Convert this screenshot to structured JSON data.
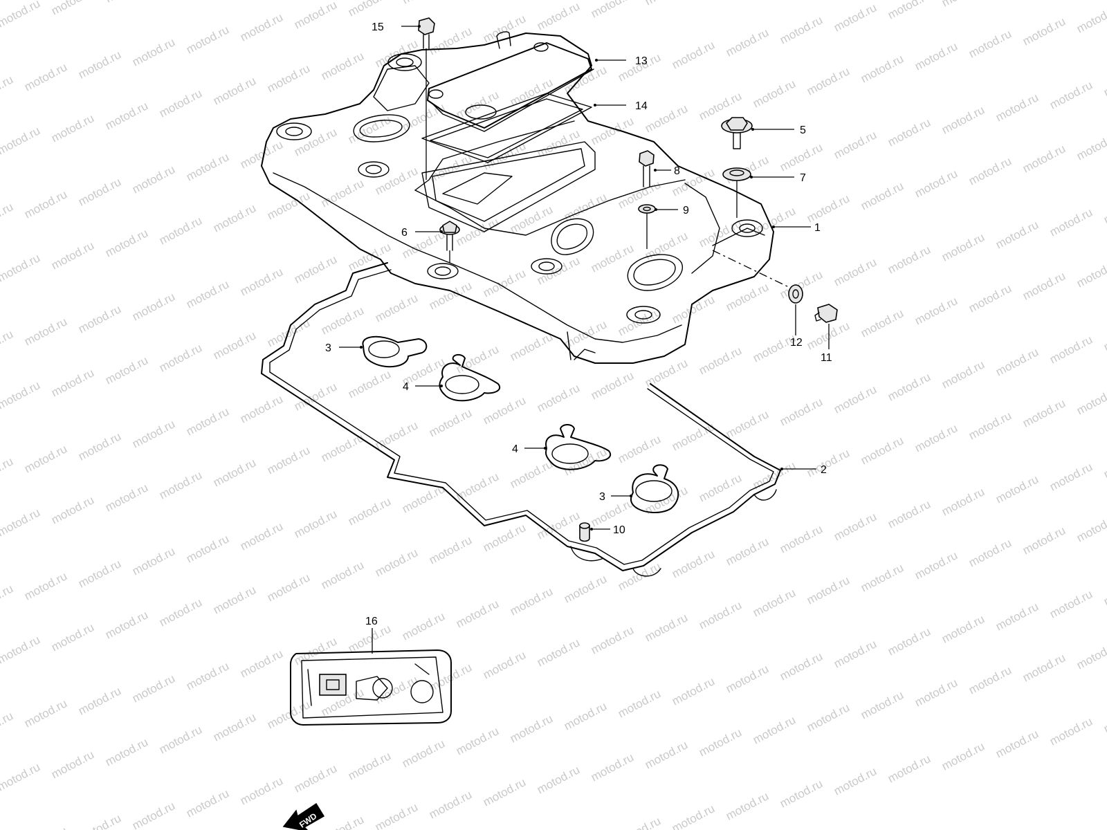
{
  "watermark": {
    "text": "motod.ru",
    "color": "#c9c9c9"
  },
  "callouts": [
    {
      "id": "1",
      "label": "1",
      "part": "cylinder-head-cover"
    },
    {
      "id": "2",
      "label": "2",
      "part": "cover-gasket"
    },
    {
      "id": "3a",
      "label": "3",
      "part": "plug-hole-seal"
    },
    {
      "id": "3b",
      "label": "3",
      "part": "plug-hole-seal"
    },
    {
      "id": "4a",
      "label": "4",
      "part": "plug-hole-seal-tabbed"
    },
    {
      "id": "4b",
      "label": "4",
      "part": "plug-hole-seal-tabbed"
    },
    {
      "id": "5",
      "label": "5",
      "part": "cover-bolt"
    },
    {
      "id": "6",
      "label": "6",
      "part": "cover-bolt"
    },
    {
      "id": "7",
      "label": "7",
      "part": "rubber-washer"
    },
    {
      "id": "8",
      "label": "8",
      "part": "bolt"
    },
    {
      "id": "9",
      "label": "9",
      "part": "washer"
    },
    {
      "id": "10",
      "label": "10",
      "part": "plug"
    },
    {
      "id": "11",
      "label": "11",
      "part": "gasket-washer"
    },
    {
      "id": "12",
      "label": "12",
      "part": "dowel-pin"
    },
    {
      "id": "13",
      "label": "13",
      "part": "breather-cover"
    },
    {
      "id": "14",
      "label": "14",
      "part": "breather-gasket"
    },
    {
      "id": "15",
      "label": "15",
      "part": "bolt"
    },
    {
      "id": "16",
      "label": "16",
      "part": "gasket-set"
    }
  ],
  "direction_tag": {
    "label": "FWD"
  }
}
